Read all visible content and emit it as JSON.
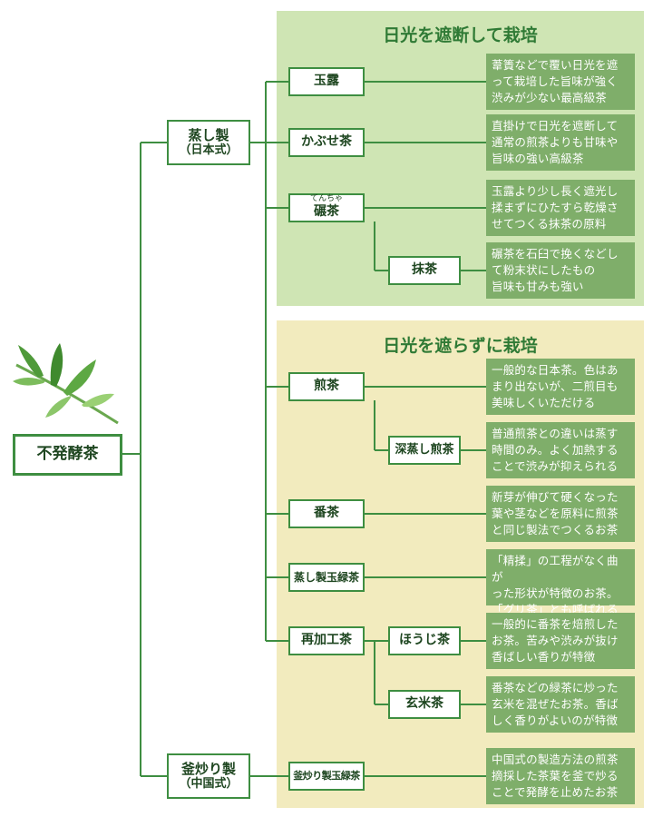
{
  "colors": {
    "line": "#3e8e41",
    "panel_shade": "#cfe5b4",
    "panel_sun": "#f2ebbe",
    "desc_bg": "#7fae6a",
    "title": "#2f7a35"
  },
  "icon": "tea-leaf-icon",
  "root": "不発酵茶",
  "steamed": {
    "line1": "蒸し製",
    "line2": "（日本式）"
  },
  "pan": {
    "line1": "釜炒り製",
    "line2": "（中国式）"
  },
  "shade_title": "日光を遮断して栽培",
  "sun_title": "日光を遮らずに栽培",
  "nodes": {
    "gyokuro": "玉露",
    "kabuse": "かぶせ茶",
    "tencha_ruby": "てんちゃ",
    "tencha": "碾茶",
    "matcha": "抹茶",
    "sencha": "煎茶",
    "fukamushi": "深蒸し煎茶",
    "bancha": "番茶",
    "tamaryoku": "蒸し製玉緑茶",
    "saikako": "再加工茶",
    "hojicha": "ほうじ茶",
    "genmai": "玄米茶",
    "kamairi_tamaryoku": "釜炒り製玉緑茶"
  },
  "descs": {
    "gyokuro": "葦簀などで覆い日光を遮\nって栽培した旨味が強く\n渋みが少ない最高級茶",
    "kabuse": "直掛けで日光を遮断して\n通常の煎茶よりも甘味や\n旨味の強い高級茶",
    "tencha": "玉露より少し長く遮光し\n揉まずにひたすら乾燥さ\nせてつくる抹茶の原料",
    "matcha": "碾茶を石臼で挽くなどし\nて粉末状にしたもの\n旨味も甘みも強い",
    "sencha": "一般的な日本茶。色はあ\nまり出ないが、二煎目も\n美味しくいただける",
    "fukamushi": "普通煎茶との違いは蒸す\n時間のみ。よく加熱する\nことで渋みが抑えられる",
    "bancha": "新芽が伸びて硬くなった\n葉や茎などを原料に煎茶\nと同じ製法でつくるお茶",
    "tamaryoku": "「精揉」の工程がなく曲が\nった形状が特徴のお茶。\n「グリ茶」とも呼ばれる",
    "hojicha": "一般的に番茶を焙煎した\nお茶。苦みや渋みが抜け\n香ばしい香りが特徴",
    "genmai": "番茶などの緑茶に炒った\n玄米を混ぜたお茶。香ば\nしく香りがよいのが特徴",
    "kamairi": "中国式の製造方法の煎茶\n摘採した茶葉を釜で炒る\nことで発酵を止めたお茶"
  }
}
